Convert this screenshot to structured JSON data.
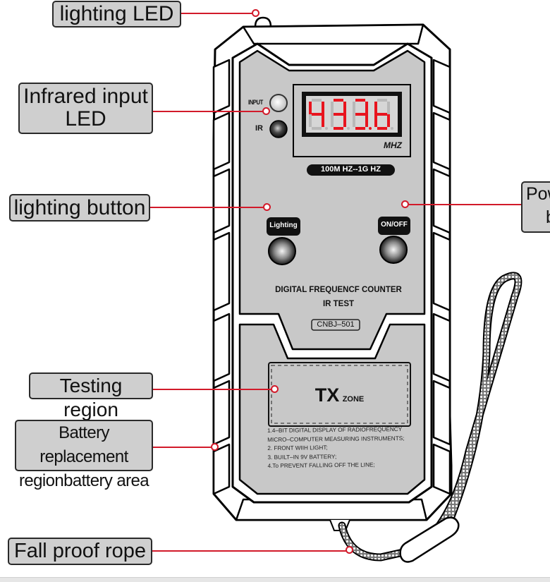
{
  "callouts": {
    "lighting_led": "lighting LED",
    "infrared_input_led_line1": "Infrared input",
    "infrared_input_led_line2": "LED",
    "lighting_button": "lighting button",
    "power_button_line1": "Powe",
    "power_button_line2": "bu",
    "testing_region": "Testing region",
    "battery_line1": "Battery replacement",
    "battery_line2": "regionbattery area",
    "fall_proof_rope": "Fall proof rope"
  },
  "device": {
    "input_label": "INPUT",
    "ir_label": "IR",
    "display_value": "433.6",
    "display_unit": "MHZ",
    "range_label": "100M HZ--1G HZ",
    "lighting_button_label": "Lighting",
    "onoff_button_label": "ON/OFF",
    "title_line1": "DIGITAL FREQUENCF COUNTER",
    "title_line2": "IR TEST",
    "model": "CNBJ–501",
    "tx_big": "TX",
    "tx_small": "ZONE",
    "features": [
      "1.4–BIT DIGITAL DISPLAY OF RADIOFREQUENCY",
      "MICRO–COMPUTER MEASURING INSTRUMENTS;",
      "2. FRONT WIIH LIGHT;",
      "3. BUILT–IN 9V BATTERY;",
      "4.To PREVENT FALLING OFF THE LINE;"
    ]
  },
  "colors": {
    "leader": "#d21a2a",
    "panel": "#c8c8c8",
    "segment_on": "#e8141e",
    "segment_off": "#b8b8b8",
    "callout_bg": "#cfcfcf"
  }
}
